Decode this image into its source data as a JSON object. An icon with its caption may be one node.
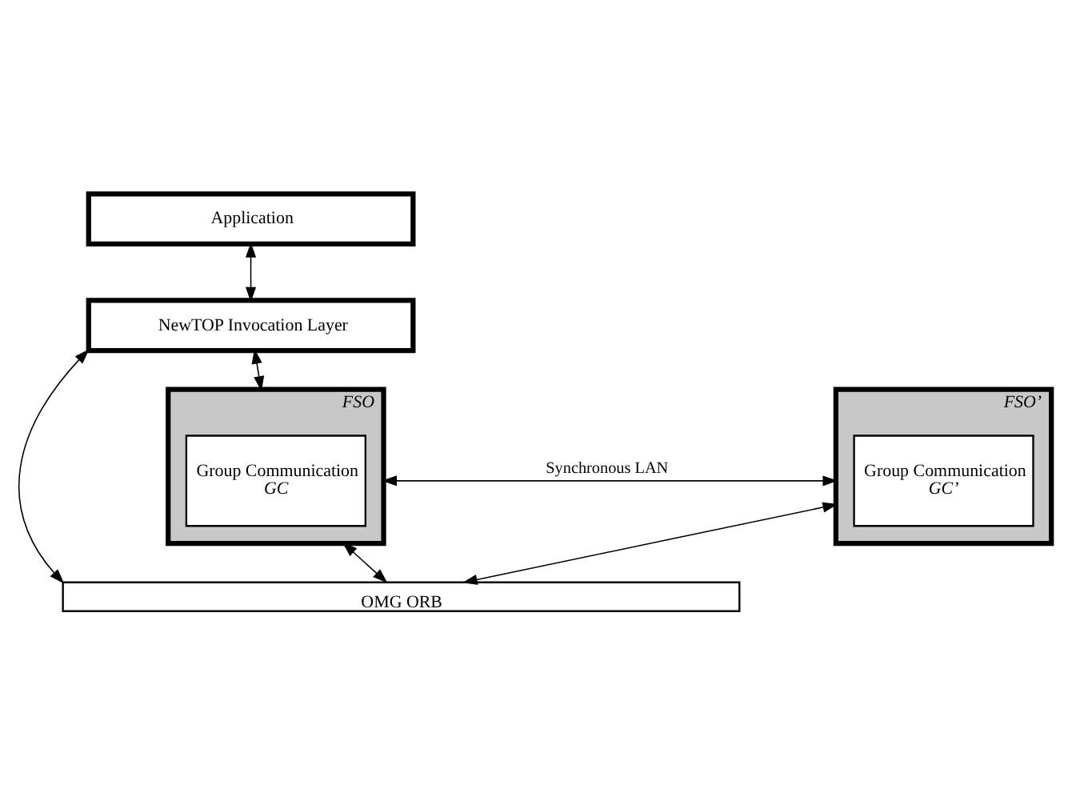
{
  "diagram": {
    "nodes": [
      {
        "text": [
          "Application"
        ]
      },
      {
        "text": [
          "NewTOP Invocation Layer"
        ]
      },
      {
        "text": [
          "FSO"
        ]
      },
      {
        "text": [
          "Group Communication",
          "GC"
        ],
        "in": 2
      },
      {
        "text": [
          "FSO’"
        ]
      },
      {
        "text": [
          "Group Communication",
          "GC’"
        ],
        "in": 4
      },
      {
        "text": [
          "OMG ORB"
        ]
      }
    ],
    "edges": [
      {
        "from": 0,
        "to": 1,
        "arrow": "both"
      },
      {
        "from": 1,
        "to": 6,
        "arrow": "both"
      },
      {
        "from": 1,
        "to": 2,
        "arrow": "both"
      },
      {
        "from": 2,
        "to": 4,
        "arrow": "both",
        "label": "Synchronous LAN"
      },
      {
        "from": 2,
        "to": 6,
        "arrow": "both"
      },
      {
        "from": 4,
        "to": 6,
        "arrow": "both"
      }
    ]
  }
}
